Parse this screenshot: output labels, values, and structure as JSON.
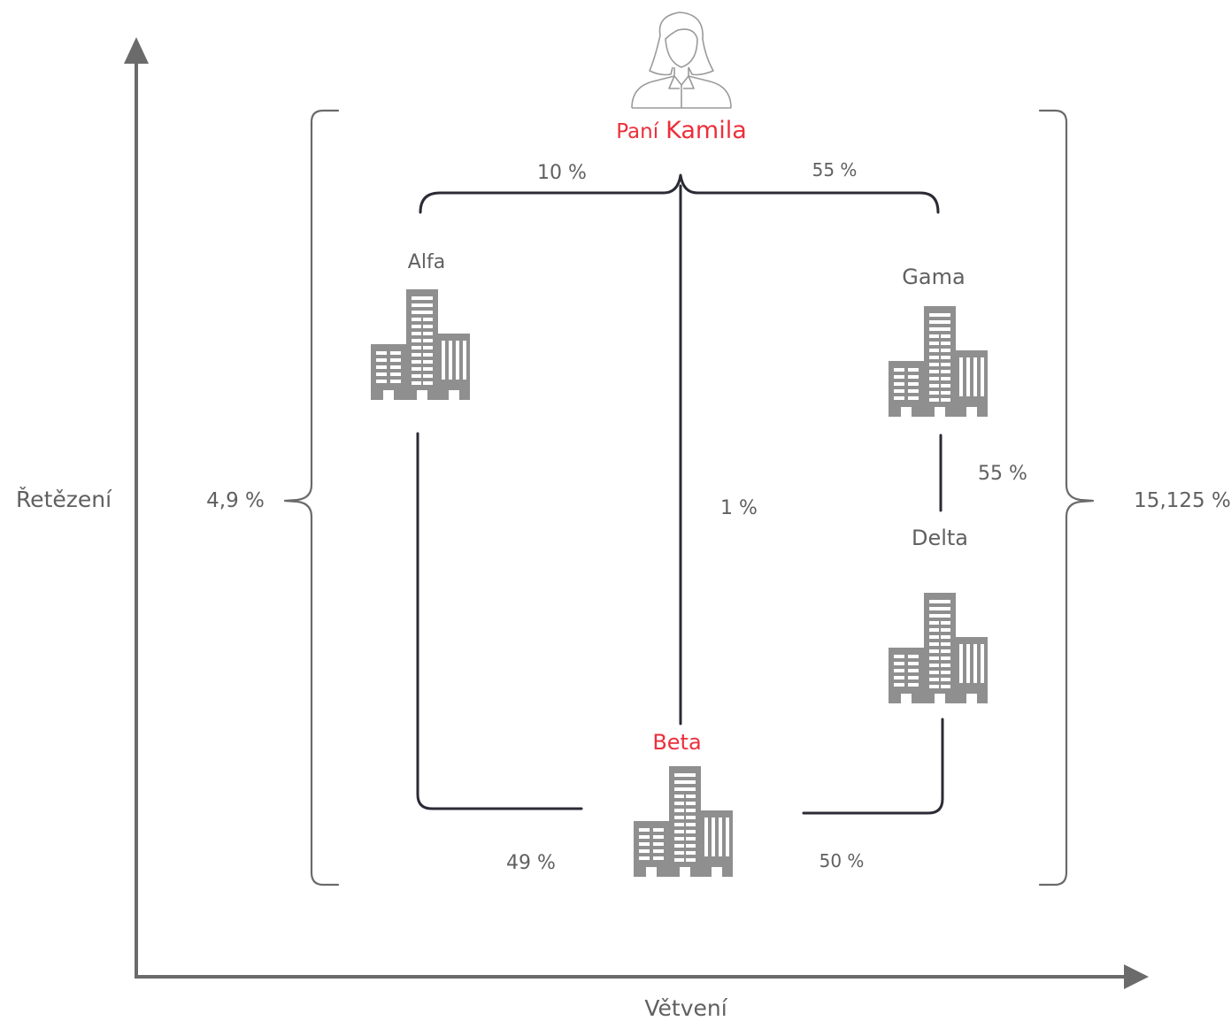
{
  "axes": {
    "y_label": "Řetězení",
    "x_label": "Větvení"
  },
  "person": {
    "title_prefix": "Paní",
    "name": "Kamila",
    "icon": "woman-avatar-icon",
    "accent_color": "#ec2f3b"
  },
  "companies": {
    "alfa": {
      "name": "Alfa",
      "icon": "office-building-icon"
    },
    "beta": {
      "name": "Beta",
      "icon": "office-building-icon",
      "highlight_color": "#ec2f3b"
    },
    "gama": {
      "name": "Gama",
      "icon": "office-building-icon"
    },
    "delta": {
      "name": "Delta",
      "icon": "office-building-icon"
    }
  },
  "shares": {
    "kamila_alfa": "10 %",
    "kamila_gama": "55 %",
    "kamila_beta": "1 %",
    "gama_delta": "55 %",
    "alfa_beta": "49 %",
    "delta_beta": "50 %"
  },
  "totals": {
    "left_chain": "4,9 %",
    "right_chain": "15,125 %"
  }
}
